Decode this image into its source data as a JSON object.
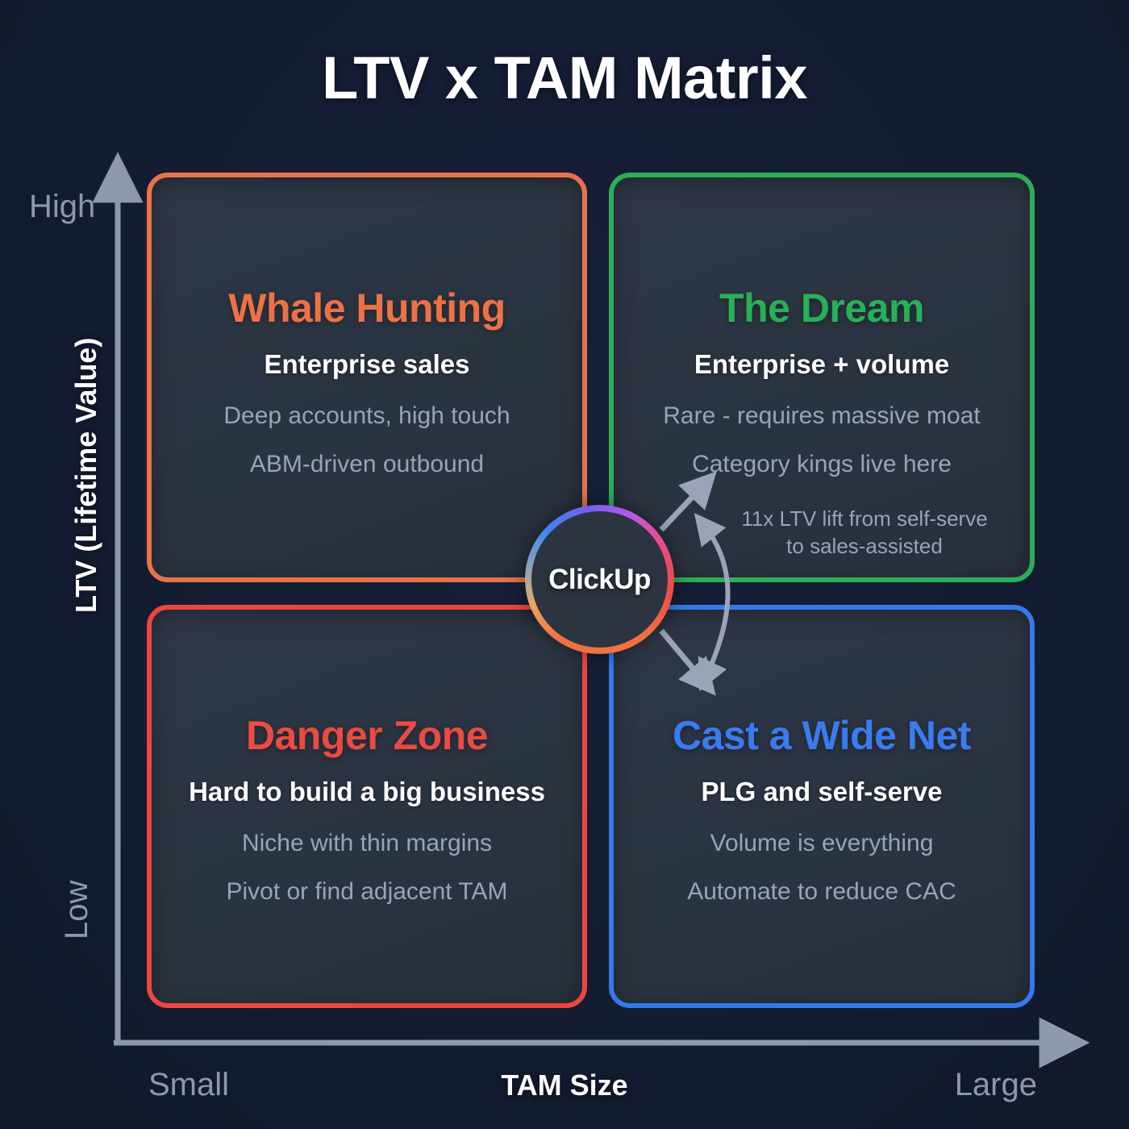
{
  "title": "LTV x TAM Matrix",
  "axes": {
    "y": {
      "title": "LTV (Lifetime Value)",
      "high_label": "High",
      "low_label": "Low"
    },
    "x": {
      "title": "TAM Size",
      "small_label": "Small",
      "large_label": "Large"
    },
    "axis_color": "#8d98ad"
  },
  "quadrants": {
    "whale": {
      "title": "Whale Hunting",
      "subtitle": "Enterprise sales",
      "detail_1": "Deep accounts, high touch",
      "detail_2": "ABM-driven outbound",
      "accent": "#ec7246"
    },
    "dream": {
      "title": "The Dream",
      "subtitle": "Enterprise + volume",
      "detail_1": "Rare - requires massive moat",
      "detail_2": "Category kings live here",
      "accent": "#28b057"
    },
    "danger": {
      "title": "Danger Zone",
      "subtitle": "Hard to build a big business",
      "detail_1": "Niche with thin margins",
      "detail_2": "Pivot or find adjacent TAM",
      "accent": "#ec4a42"
    },
    "wide": {
      "title": "Cast a Wide Net",
      "subtitle": "PLG and self-serve",
      "detail_1": "Volume is everything",
      "detail_2": "Automate to reduce CAC",
      "accent": "#3b7bf0"
    }
  },
  "center_badge": {
    "label": "ClickUp"
  },
  "annotation": {
    "line_1": "11x LTV lift from self-serve",
    "line_2": "to sales-assisted"
  },
  "chart_data": {
    "type": "scatter",
    "title": "LTV x TAM Matrix",
    "xlabel": "TAM Size",
    "ylabel": "LTV (Lifetime Value)",
    "xlim": [
      "Small",
      "Large"
    ],
    "ylim": [
      "Low",
      "High"
    ],
    "grid": false,
    "legend": "none",
    "quadrants": [
      {
        "position": "top-left",
        "x": "Small",
        "y": "High",
        "label": "Whale Hunting",
        "color": "#ec7246"
      },
      {
        "position": "top-right",
        "x": "Large",
        "y": "High",
        "label": "The Dream",
        "color": "#28b057"
      },
      {
        "position": "bottom-left",
        "x": "Small",
        "y": "Low",
        "label": "Danger Zone",
        "color": "#ec4a42"
      },
      {
        "position": "bottom-right",
        "x": "Large",
        "y": "Low",
        "label": "Cast a Wide Net",
        "color": "#3b7bf0"
      }
    ],
    "markers": [
      {
        "label": "ClickUp",
        "x": "center",
        "y": "center",
        "annotation": "11x LTV lift from self-serve to sales-assisted"
      }
    ]
  }
}
